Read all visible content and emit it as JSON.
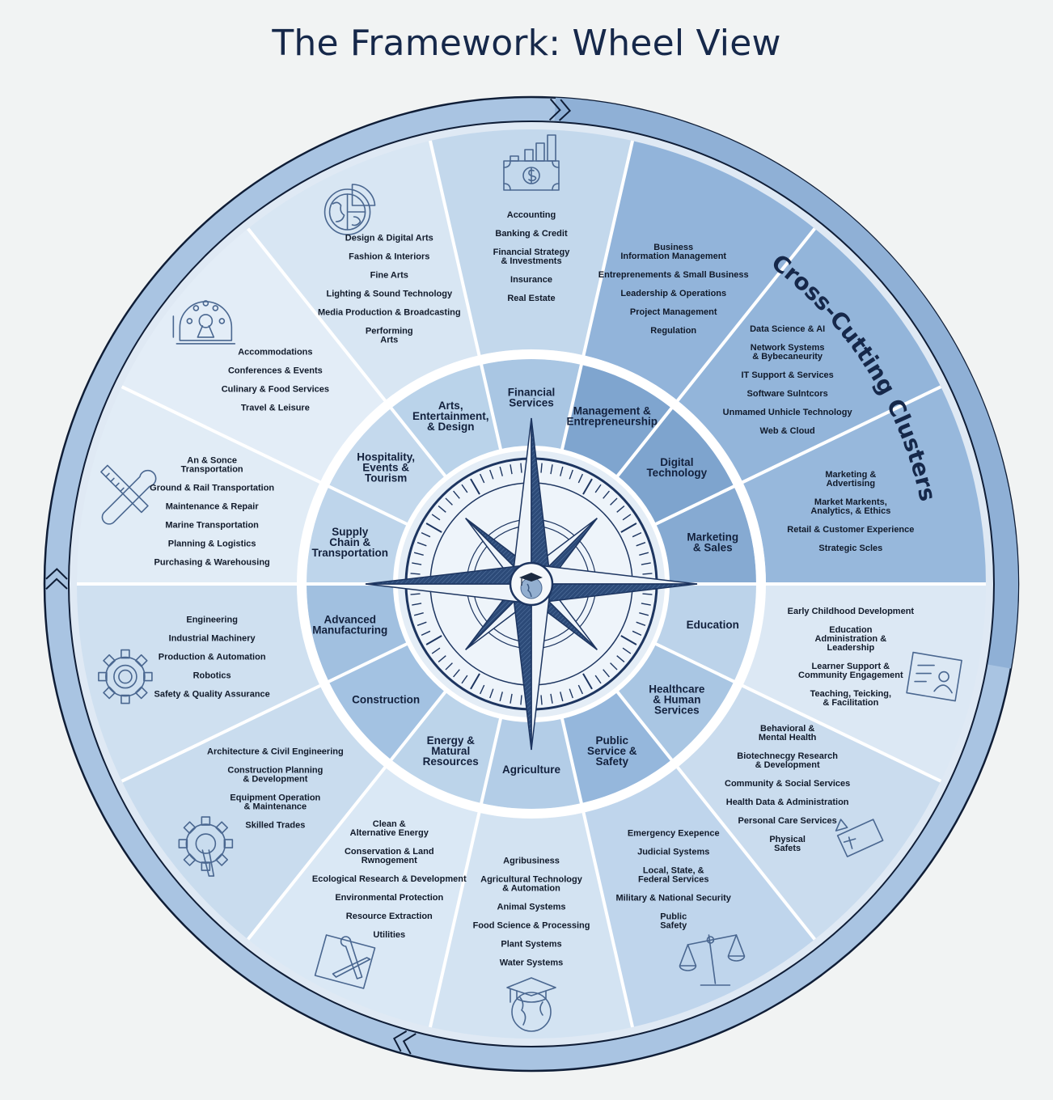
{
  "title": "The Framework: Wheel View",
  "cross_cutting_label": "Cross-Cutting Clusters",
  "center": {
    "compass_icon": "compass-rose-icon",
    "hub_icon": "graduation-cap-globe-icon"
  },
  "colors": {
    "background": "#f1f3f3",
    "text_dark": "#16284a",
    "cross_cutting_ring": "#8fb0d6",
    "outer_ring": "#a9c4e2",
    "compass_blue": "#2c4a78"
  },
  "clusters": [
    {
      "name": "Financial Services",
      "lines": [
        "Financial",
        "Services"
      ],
      "icon": "money-chart-icon",
      "cross_cutting": false,
      "inner_fill": "#a9c6e3",
      "outer_fill": "#c3d8ec",
      "subs": [
        [
          "Accounting"
        ],
        [
          "Banking & Credit"
        ],
        [
          "Financial Strategy",
          "& Investments"
        ],
        [
          "Insurance"
        ],
        [
          "Real Estate"
        ]
      ]
    },
    {
      "name": "Management & Entrepreneurship",
      "lines": [
        "Management &",
        "Entrepreneurship"
      ],
      "icon": "",
      "cross_cutting": true,
      "inner_fill": "#7fa5cf",
      "outer_fill": "#92b4da",
      "subs": [
        [
          "Business",
          "Information Management"
        ],
        [
          "Entreprenements & Small Business"
        ],
        [
          "Leadership & Operations"
        ],
        [
          "Project Management"
        ],
        [
          "Regulation"
        ]
      ]
    },
    {
      "name": "Digital Technology",
      "lines": [
        "Digital",
        "Technology"
      ],
      "icon": "",
      "cross_cutting": true,
      "inner_fill": "#7ea4ce",
      "outer_fill": "#93b5da",
      "subs": [
        [
          "Data Science & AI"
        ],
        [
          "Network Systems",
          "& Bybecaneurity"
        ],
        [
          "IT Support & Services"
        ],
        [
          "Software Sulntcors"
        ],
        [
          "Unmamed Unhicle Technology"
        ],
        [
          "Web & Cloud"
        ]
      ]
    },
    {
      "name": "Marketing & Sales",
      "lines": [
        "Marketing",
        "& Sales"
      ],
      "icon": "",
      "cross_cutting": true,
      "inner_fill": "#86aad2",
      "outer_fill": "#97b8dc",
      "subs": [
        [
          "Marketing &",
          "Advertising"
        ],
        [
          "Market Markents,",
          "Analytics, & Ethics"
        ],
        [
          "Retail & Customer Experience"
        ],
        [
          "Strategic Scles"
        ]
      ]
    },
    {
      "name": "Education",
      "lines": [
        "Education"
      ],
      "icon": "teaching-board-icon",
      "cross_cutting": false,
      "inner_fill": "#bcd3ea",
      "outer_fill": "#dce8f4",
      "subs": [
        [
          "Early Childhood Development"
        ],
        [
          "Education",
          "Administration &",
          "Leadership"
        ],
        [
          "Learner Support &",
          "Community Engagement"
        ],
        [
          "Teaching, Teicking,",
          "& Facilitation"
        ]
      ]
    },
    {
      "name": "Healthcare & Human Services",
      "lines": [
        "Healthcare",
        "& Human",
        "Services"
      ],
      "icon": "medical-kit-icon",
      "cross_cutting": false,
      "inner_fill": "#a9c6e3",
      "outer_fill": "#cadcee",
      "subs": [
        [
          "Behavioral &",
          "Mental Health"
        ],
        [
          "Biotechnecgy Research",
          "& Development"
        ],
        [
          "Community & Social Services"
        ],
        [
          "Health Data & Administration"
        ],
        [
          "Personal Care Services"
        ],
        [
          "Physical",
          "Safets"
        ]
      ]
    },
    {
      "name": "Public Service & Safety",
      "lines": [
        "Public",
        "Service &",
        "Safety"
      ],
      "icon": "scales-of-justice-icon",
      "cross_cutting": false,
      "inner_fill": "#95b7dc",
      "outer_fill": "#bfd5ec",
      "subs": [
        [
          "Emergency Exepence"
        ],
        [
          "Judicial Systems"
        ],
        [
          "Local, State, &",
          "Federal Services"
        ],
        [
          "Military & National Security"
        ],
        [
          "Public",
          "Safety"
        ]
      ]
    },
    {
      "name": "Agriculture",
      "lines": [
        "Agriculture"
      ],
      "icon": "graduation-globe-icon",
      "cross_cutting": false,
      "inner_fill": "#b3cde7",
      "outer_fill": "#d3e3f2",
      "subs": [
        [
          "Agribusiness"
        ],
        [
          "Agricultural Technology",
          "& Automation"
        ],
        [
          "Animal Systems"
        ],
        [
          "Food Science & Processing"
        ],
        [
          "Plant Systems"
        ],
        [
          "Water Systems"
        ]
      ]
    },
    {
      "name": "Energy & Matural Resources",
      "lines": [
        "Energy &",
        "Matural",
        "Resources"
      ],
      "icon": "tools-blueprint-icon",
      "cross_cutting": false,
      "inner_fill": "#bcd4ea",
      "outer_fill": "#dae8f5",
      "subs": [
        [
          "Clean &",
          "Alternative Energy"
        ],
        [
          "Conservation & Land",
          "Rwnogement"
        ],
        [
          "Ecological Research & Development"
        ],
        [
          "Environmental Protection"
        ],
        [
          "Resource Extraction"
        ],
        [
          "Utilities"
        ]
      ]
    },
    {
      "name": "Construction",
      "lines": [
        "Construction"
      ],
      "icon": "gear-wrench-icon",
      "cross_cutting": false,
      "inner_fill": "#a3c2e2",
      "outer_fill": "#c9dcee",
      "subs": [
        [
          "Architecture & Civil Engineering"
        ],
        [
          "Construction Planning",
          "& Development"
        ],
        [
          "Equipment Operation",
          "& Maintenance"
        ],
        [
          "Skilled Trades"
        ]
      ]
    },
    {
      "name": "Advanced Manufacturing",
      "lines": [
        "Advanced",
        "Manufacturing"
      ],
      "icon": "gear-icon",
      "cross_cutting": false,
      "inner_fill": "#a1c0e0",
      "outer_fill": "#cfe0f0",
      "subs": [
        [
          "Engineering"
        ],
        [
          "Industrial Machinery"
        ],
        [
          "Production & Automation"
        ],
        [
          "Robotics"
        ],
        [
          "Safety & Quality Assurance"
        ]
      ]
    },
    {
      "name": "Supply Chain & Transportation",
      "lines": [
        "Supply",
        "Chain &",
        "Transportation"
      ],
      "icon": "wrench-ruler-icon",
      "cross_cutting": false,
      "inner_fill": "#bed5eb",
      "outer_fill": "#e1ecf6",
      "subs": [
        [
          "An & Sonce",
          "Transportation"
        ],
        [
          "Ground & Rail Transportation"
        ],
        [
          "Maintenance & Repair"
        ],
        [
          "Marine Transportation"
        ],
        [
          "Planning & Logistics"
        ],
        [
          "Purchasing & Warehousing"
        ]
      ]
    },
    {
      "name": "Hospitality, Events & Tourism",
      "lines": [
        "Hospitality,",
        "Events &",
        "Tourism"
      ],
      "icon": "cloche-icon",
      "cross_cutting": false,
      "inner_fill": "#c4d9ed",
      "outer_fill": "#e3edf7",
      "subs": [
        [
          "Accommodations"
        ],
        [
          "Conferences & Events"
        ],
        [
          "Culinary & Food Services"
        ],
        [
          "Travel & Leisure"
        ]
      ]
    },
    {
      "name": "Arts, Entertainment, & Design",
      "lines": [
        "Arts,",
        "Entertainment,",
        "& Design"
      ],
      "icon": "globe-pie-icon",
      "cross_cutting": false,
      "inner_fill": "#bad3ea",
      "outer_fill": "#d8e6f3",
      "subs": [
        [
          "Design & Digital Arts"
        ],
        [
          "Fashion & Interiors"
        ],
        [
          "Fine Arts"
        ],
        [
          "Lighting & Sound Technology"
        ],
        [
          "Media Production & Broadcasting"
        ],
        [
          "Performing",
          "Arts"
        ]
      ]
    }
  ]
}
